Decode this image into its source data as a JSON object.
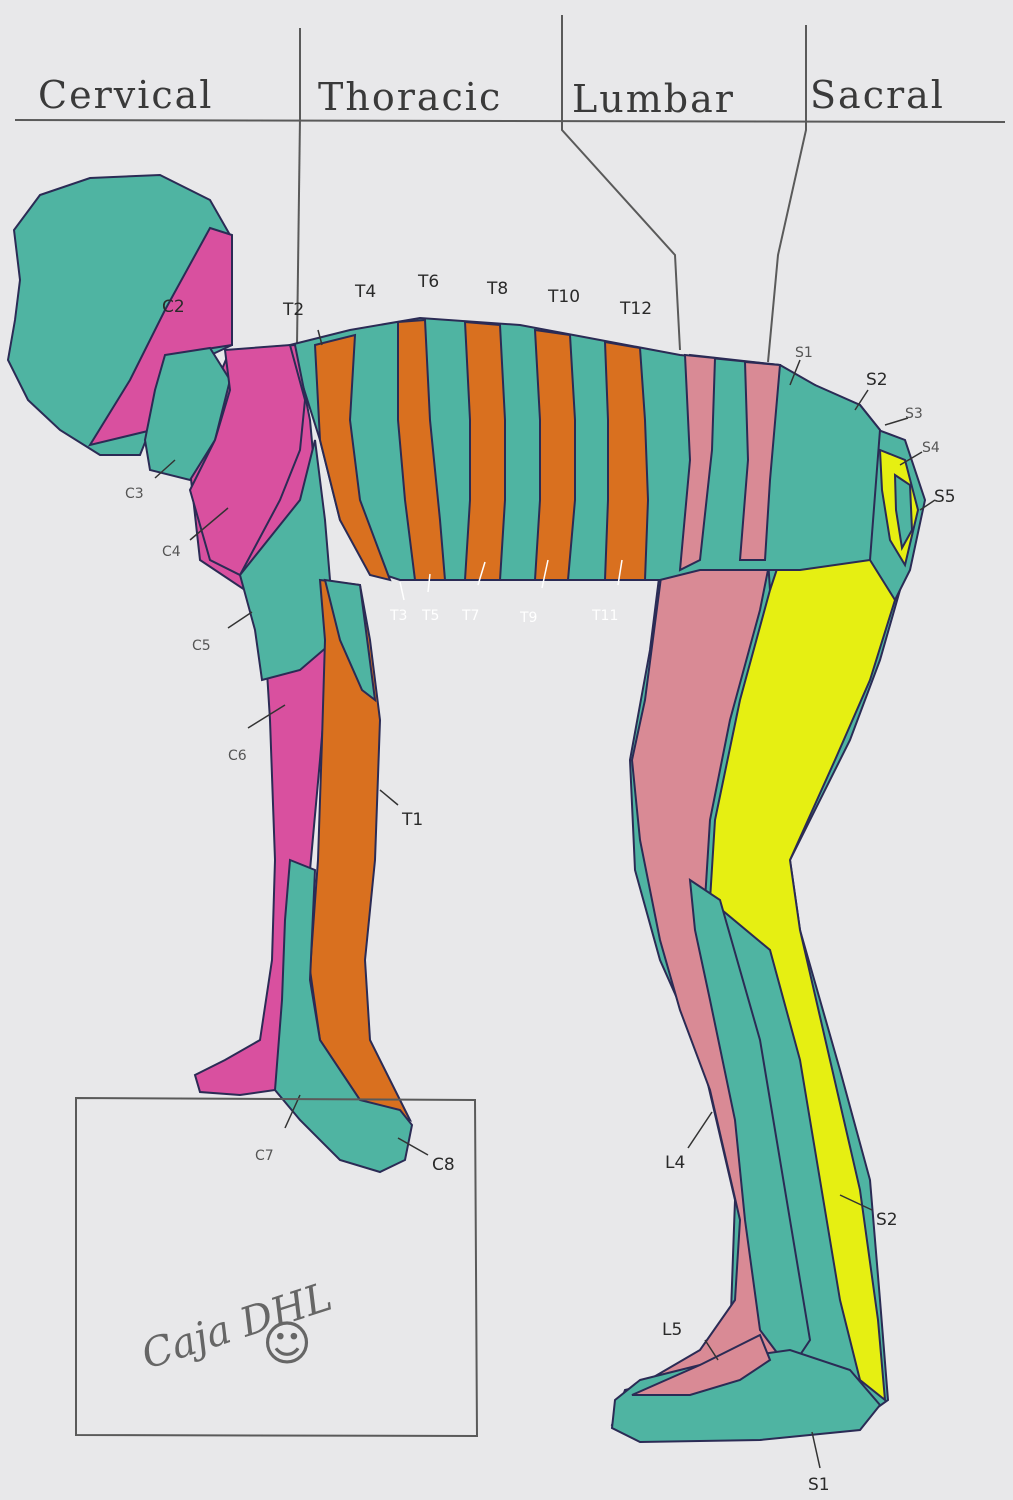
{
  "headers": {
    "cervical": "Cervical",
    "thoracic": "Thoracic",
    "lumbar": "Lumbar",
    "sacral": "Sacral"
  },
  "labels": {
    "c2": "C2",
    "c3": "C3",
    "c4": "C4",
    "c5": "C5",
    "c6": "C6",
    "c7": "C7",
    "c8": "C8",
    "t1": "T1",
    "t2": "T2",
    "t3": "T3",
    "t4": "T4",
    "t5": "T5",
    "t6": "T6",
    "t7": "T7",
    "t8": "T8",
    "t9": "T9",
    "t10": "T10",
    "t11": "T11",
    "t12": "T12",
    "l4": "L4",
    "l5": "L5",
    "s1_top": "S1",
    "s2_top": "S2",
    "s3": "S3",
    "s4": "S4",
    "s5": "S5",
    "s2_leg": "S2",
    "s1_foot": "S1"
  },
  "box": {
    "text": "Caja DHL",
    "smiley": "☺"
  },
  "colors": {
    "paper": "#e8e8ea",
    "teal": "#4fb4a2",
    "magenta": "#d9509f",
    "orange": "#d9701f",
    "pink": "#d98a95",
    "yellow": "#e6ef12"
  }
}
